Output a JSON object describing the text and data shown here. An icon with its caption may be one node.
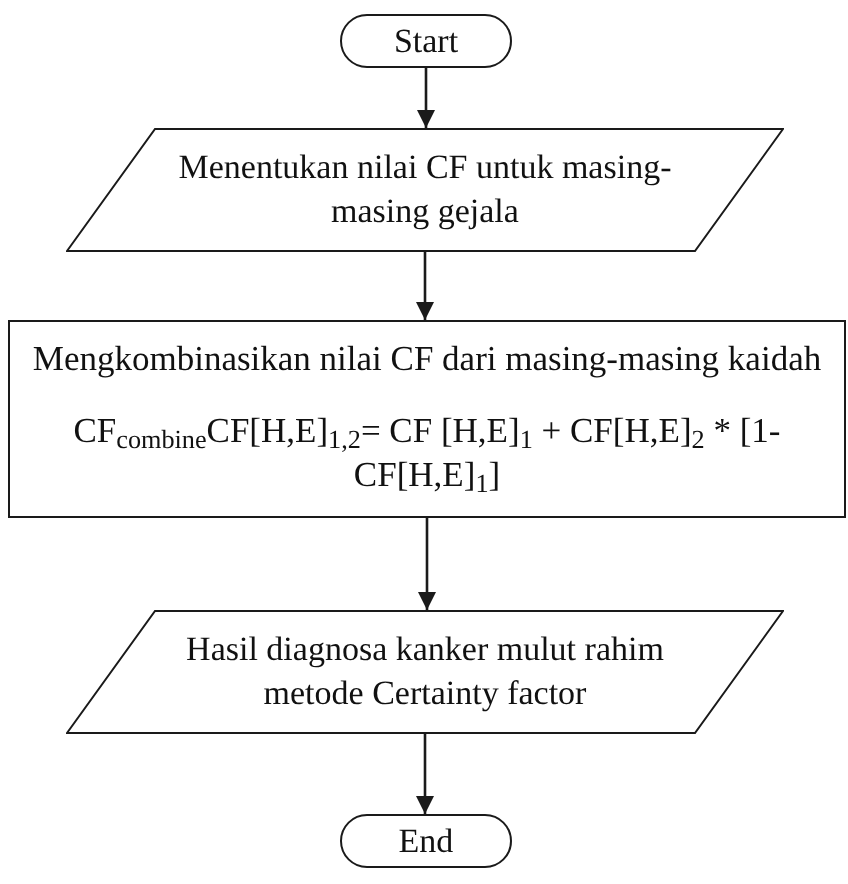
{
  "diagram": {
    "nodes": [
      {
        "text": [
          "Start"
        ]
      },
      {
        "text": [
          "Menentukan nilai CF untuk masing-masing gejala"
        ]
      },
      {
        "text": [
          "Mengkombinasikan nilai CF dari masing-masing kaidah",
          "CF$_{combine}$CF[H,E]$_{1,2}$= CF [H,E]$_{1}$ + CF[H,E]$_{2}$ * [1-CF[H,E]$_{1}$]"
        ]
      },
      {
        "text": [
          "Hasil diagnosa kanker mulut rahim metode Certainty factor"
        ]
      },
      {
        "text": [
          "End"
        ]
      }
    ],
    "edges": [
      {
        "from": 0,
        "to": 1,
        "arrow": "to"
      },
      {
        "from": 1,
        "to": 2,
        "arrow": "to"
      },
      {
        "from": 2,
        "to": 3,
        "arrow": "to"
      },
      {
        "from": 3,
        "to": 4,
        "arrow": "to"
      }
    ]
  }
}
